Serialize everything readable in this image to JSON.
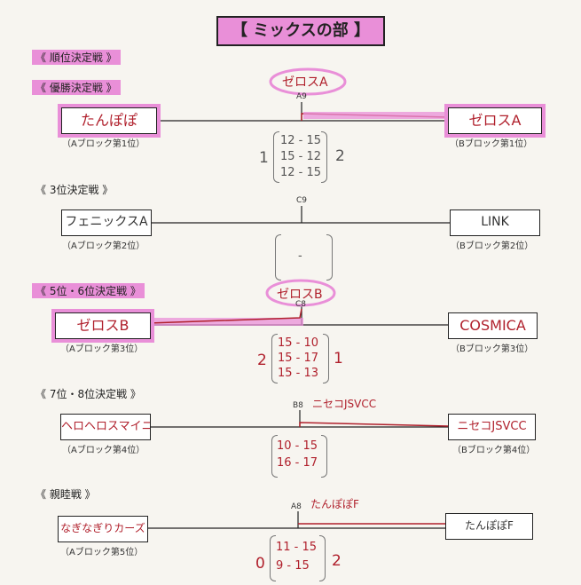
{
  "title": "【 ミックスの部 】",
  "heading": "《 順位決定戦 》",
  "matches": [
    {
      "section": "《 優勝決定戦 》",
      "id": "A9",
      "left_team": "たんぽぽ",
      "left_sub": "（Aブロック第1位）",
      "right_team": "ゼロスA",
      "right_sub": "（Bブロック第1位）",
      "winner_label": "ゼロスA",
      "scores": [
        "12 - 15",
        "15 - 12",
        "12 - 15"
      ],
      "left_sets": "1",
      "right_sets": "2"
    },
    {
      "section": "《 3位決定戦 》",
      "id": "C9",
      "left_team": "フェニックスA",
      "left_sub": "（Aブロック第2位）",
      "right_team": "LINK",
      "right_sub": "（Bブロック第2位）",
      "scores": [
        "-"
      ]
    },
    {
      "section": "《 5位・6位決定戦 》",
      "id": "C8",
      "left_team": "ゼロスB",
      "left_sub": "（Aブロック第3位）",
      "right_team": "COSMICA",
      "right_sub": "（Bブロック第3位）",
      "winner_label": "ゼロスB",
      "scores": [
        "15 - 10",
        "15 - 17",
        "15 - 13"
      ],
      "left_sets": "2",
      "right_sets": "1"
    },
    {
      "section": "《 7位・8位決定戦 》",
      "id": "B8",
      "left_team": "ヘロヘロスマイニー",
      "left_sub": "（Aブロック第4位）",
      "right_team": "ニセコJSVCC",
      "right_sub": "（Bブロック第4位）",
      "winner_label": "ニセコJSVCC",
      "scores": [
        "10 - 15",
        "16 - 17"
      ]
    },
    {
      "section": "《 親睦戦 》",
      "id": "A8",
      "left_team": "なぎなぎりカーズ",
      "left_sub": "（Aブロック第5位）",
      "right_team": "たんぽぽF",
      "winner_label": "たんぽぽF",
      "scores": [
        "11 - 15",
        "9 - 15"
      ],
      "left_sets": "0",
      "right_sets": "2"
    }
  ],
  "colors": {
    "highlight": "#e98fd8",
    "red_ink": "#b0202c"
  }
}
